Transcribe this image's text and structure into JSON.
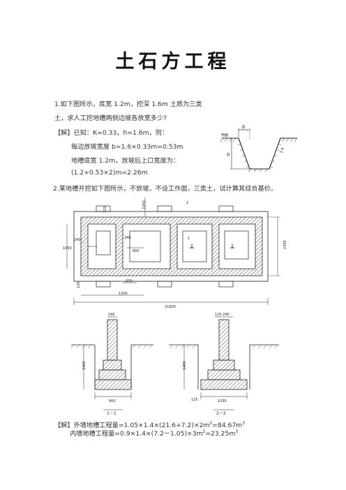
{
  "title": "土石方工程",
  "q1": {
    "line1": "1.如下图所示，底宽 1.2m，挖深 1.6m 土质为三类",
    "line2": "土，求人工挖地槽两侧边坡各放宽多少?",
    "sol_line": "【解】已知：K=0.33，h=1.6m，则：",
    "calc1": "每边放坡宽度 b=1.6×0.33m=0.53m",
    "calc2": "地槽底宽 1.2m，放坡后上口宽度为：",
    "calc3": "(1.2+0.53×2)m=2.26m",
    "fig_labels": {
      "b": "b",
      "h": "h",
      "k": "1:k",
      "ground": "地面"
    }
  },
  "q2": {
    "line1": "2.某地槽开挖如下图所示，不放坡，不设工作面，三类土，试计算其综合基价。",
    "plan_dims": {
      "top": "1050",
      "left_mid": "1050",
      "left_small": "240",
      "inner_a": "240",
      "inner_b": "900",
      "right": "2300",
      "bottom_a": "370",
      "bottom_b": "1200",
      "total": "21600",
      "left_bottom": "120",
      "left_top": "120",
      "mark1": "1",
      "mark2": "2"
    },
    "sec1": {
      "top": "240",
      "height": "1400",
      "base": "900",
      "label": "1－1"
    },
    "sec2": {
      "top": "120 240",
      "height": "1400",
      "left": "125",
      "base": "1030",
      "label": "2－2"
    }
  },
  "answer": {
    "prefix": "【解】",
    "outer": "外墙地槽工程量=1.05×1.4×(21.6+7.2)×2m",
    "outer_result": "=84.67m",
    "inner": "内墙地槽工程量=0.9×1.4×(7.2－1.05)×3m",
    "inner_result": "=23.25m",
    "sup2": "2",
    "sup3": "3"
  }
}
